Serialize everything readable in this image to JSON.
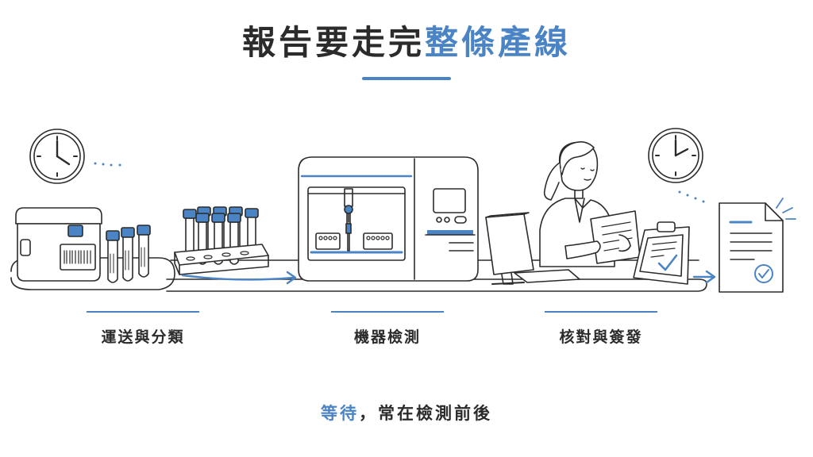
{
  "title": {
    "part1": "報告要走完",
    "part2": "整條產線"
  },
  "steps": [
    {
      "label": "運送與分類"
    },
    {
      "label": "機器檢測"
    },
    {
      "label": "核對與簽發"
    }
  ],
  "footer": {
    "part1": "等待",
    "part2": "，常在檢測前後"
  },
  "colors": {
    "accent": "#4a84c4",
    "ink": "#2b2b2b"
  },
  "icons": [
    "clock-icon",
    "cooler-box-icon",
    "test-tube-icon",
    "tube-rack-icon",
    "analyzer-machine-icon",
    "lab-worker-icon",
    "monitor-icon",
    "clipboard-check-icon",
    "report-document-icon",
    "arrow-right-icon"
  ]
}
